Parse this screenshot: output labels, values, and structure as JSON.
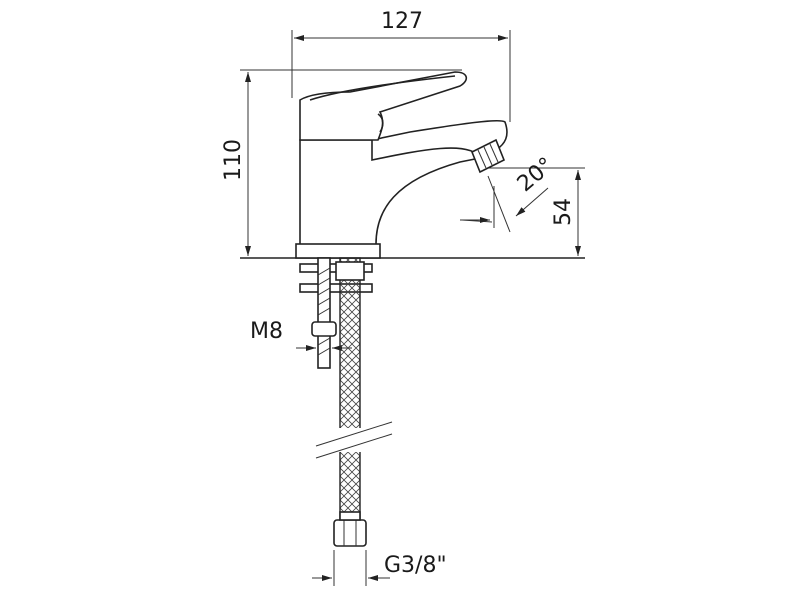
{
  "dimensions": {
    "width": "127",
    "height": "110",
    "spout_height": "54",
    "angle": "20°",
    "stud_thread": "M8",
    "hose_thread": "G3/8\""
  },
  "colors": {
    "line": "#222222",
    "background": "#ffffff"
  }
}
